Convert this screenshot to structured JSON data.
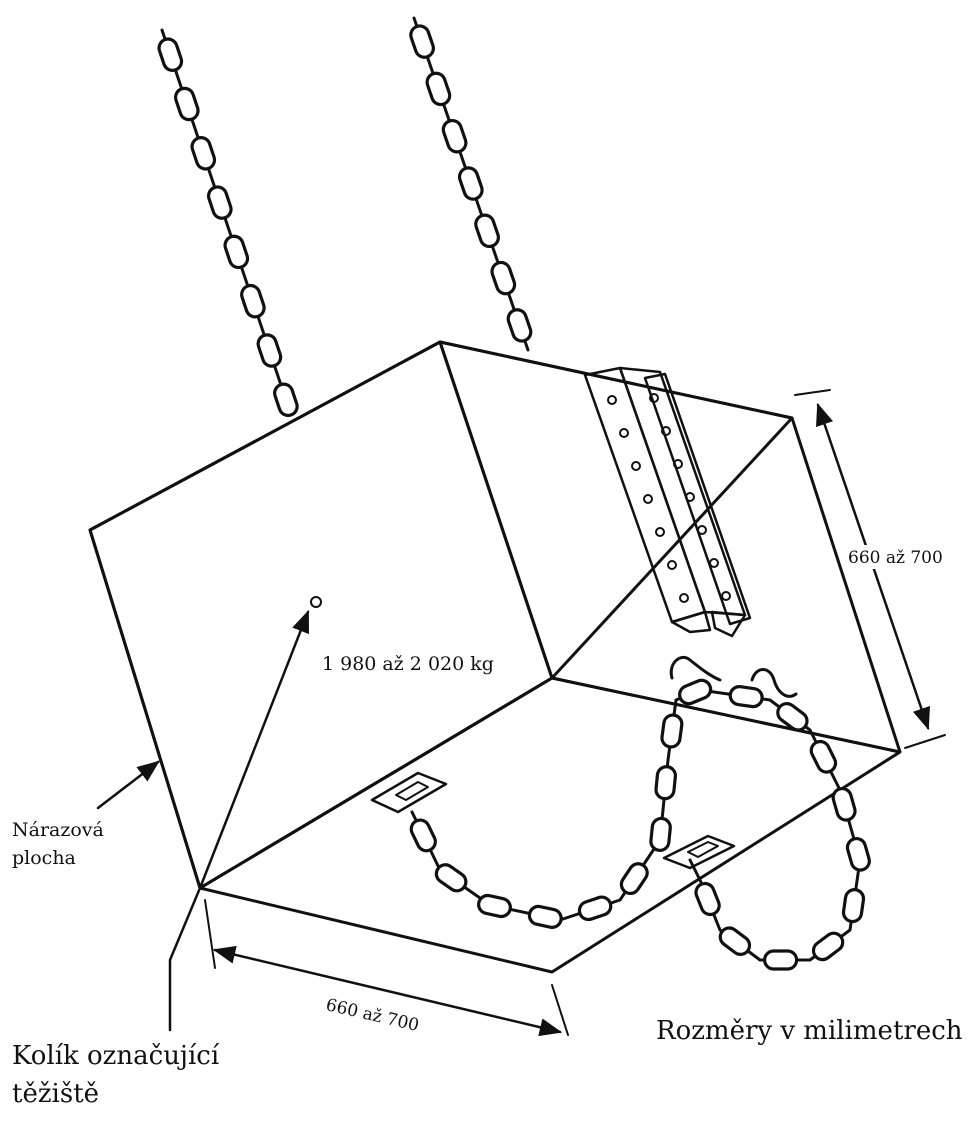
{
  "labels": {
    "mass": "1 980 až 2 020 kg",
    "height_dim": "660 až 700",
    "width_dim": "660 až 700",
    "impact_face_line1": "Nárazová",
    "impact_face_line2": "plocha",
    "pin_line1": "Kolík označující",
    "pin_line2": "těžiště",
    "units_note": "Rozměry v milimetrech"
  },
  "colors": {
    "ink": "#111111",
    "background": "#ffffff"
  }
}
